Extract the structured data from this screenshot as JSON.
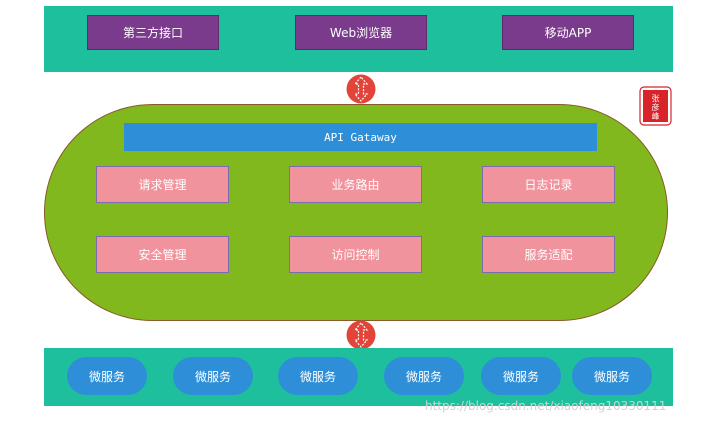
{
  "clients": [
    "第三方接口",
    "Web浏览器",
    "移动APP"
  ],
  "gateway": {
    "title": "API Gataway",
    "functions": [
      "请求管理",
      "业务路由",
      "日志记录",
      "安全管理",
      "访问控制",
      "服务适配"
    ]
  },
  "microservices": [
    "微服务",
    "微服务",
    "微服务",
    "微服务",
    "微服务",
    "微服务"
  ],
  "seal_text": "张彦峰",
  "watermark": "https://blog.csdn.net/xiaofeng10330111",
  "colors": {
    "band": "#1dbf9c",
    "client_box": "#7b3b8c",
    "gateway_area": "#80b81d",
    "gateway_bar": "#2e8fd8",
    "function_box": "#f0939c",
    "microservice": "#2e8fd8",
    "arrow": "#e2443a"
  }
}
